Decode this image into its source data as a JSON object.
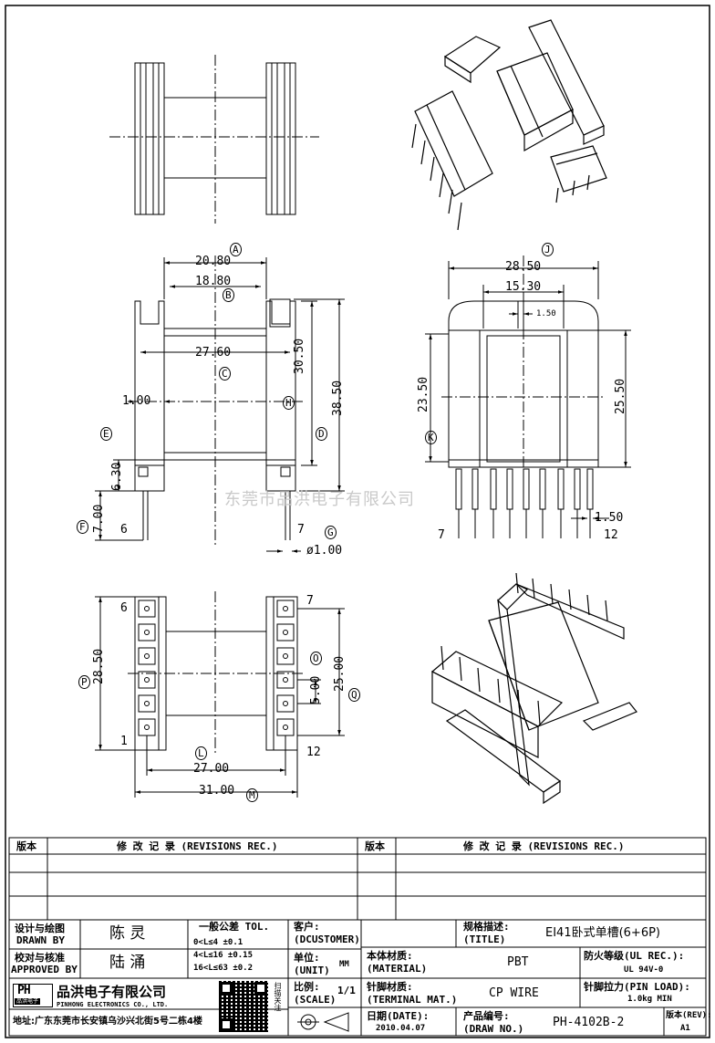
{
  "dims": {
    "A": "A",
    "a_val": "20.80",
    "B": "B",
    "b_val": "18.80",
    "C": "C",
    "c_val": "27.60",
    "H": "H",
    "h_val": "30.50",
    "D": "D",
    "d_val": "38.50",
    "E": "E",
    "e_val": "6.30",
    "F": "F",
    "f_val": "7.00",
    "G": "G",
    "g_val": "ø1.00",
    "w_val": "1.00",
    "pin_6": "6",
    "pin_7": "7",
    "J": "J",
    "j_val": "28.50",
    "j2_val": "15.30",
    "l_val": "1.50",
    "K": "K",
    "k_val": "23.50",
    "r_val": "25.50",
    "pin_pitch": "1.50",
    "pin_7b": "7",
    "pin_12b": "12",
    "P": "P",
    "p_val": "28.50",
    "O": "O",
    "o_val": "5.00",
    "Q": "Q",
    "q_val": "25.00",
    "L": "L",
    "l2_val": "27.00",
    "M": "M",
    "m_val": "31.00",
    "bp_6": "6",
    "bp_7": "7",
    "bp_1": "1",
    "bp_12": "12"
  },
  "watermark": "东莞市品洪电子有限公司",
  "revisions": {
    "ver_label_left": "版本",
    "rec_label_left": "修 改 记 录 (REVISIONS REC.)",
    "ver_label_right": "版本",
    "rec_label_right": "修 改 记 录 (REVISIONS REC.)"
  },
  "title_block": {
    "design_cn": "设计与绘图",
    "design_en": "DRAWN BY",
    "designer": "陈 灵",
    "approve_cn": "校对与核准",
    "approve_en": "APPROVED BY",
    "approver": "陆 涌",
    "tol_title": "一般公差 TOL.",
    "tol_1": "0<L≤4    ±0.1",
    "tol_2": "4<L≤16   ±0.15",
    "tol_3": "16<L≤63  ±0.2",
    "customer_cn": "客户:",
    "customer_en": "(DCUSTOMER)",
    "title_cn": "规格描述:",
    "title_en": "(TITLE)",
    "title_value": "EI41卧式单槽(6+6P)",
    "unit_cn": "单位:",
    "unit_en": "(UNIT)",
    "unit_value": "MM",
    "material_cn": "本体材质:",
    "material_en": "(MATERIAL)",
    "material_value": "PBT",
    "flame_cn": "防火等级(UL REC.):",
    "flame_value": "UL 94V-0",
    "scale_cn": "比例:",
    "scale_en": "(SCALE)",
    "scale_value": "1/1",
    "terminal_cn": "针脚材质:",
    "terminal_en": "(TERMINAL MAT.)",
    "terminal_value": "CP WIRE",
    "pinload_cn": "针脚拉力(PIN LOAD):",
    "pinload_value": "1.0kg MIN",
    "date_cn": "日期(DATE):",
    "date_value": "2010.04.07",
    "drawno_cn": "产品编号:",
    "drawno_en": "(DRAW NO.)",
    "drawno_value": "PH-4102B-2",
    "rev_cn": "版本(REV):",
    "rev_value": "A1",
    "company_cn": "品洪电子有限公司",
    "company_en": "PINHONG ELECTRONICS CO., LTD.",
    "address": "地址:广东东莞市长安镇乌沙兴北街5号二栋4楼",
    "logo_text": "PH",
    "logo_sub": "品洪电子",
    "qr_side": "扫描关注"
  },
  "colors": {
    "watermark": "#c9c9c9",
    "line": "#000000"
  }
}
